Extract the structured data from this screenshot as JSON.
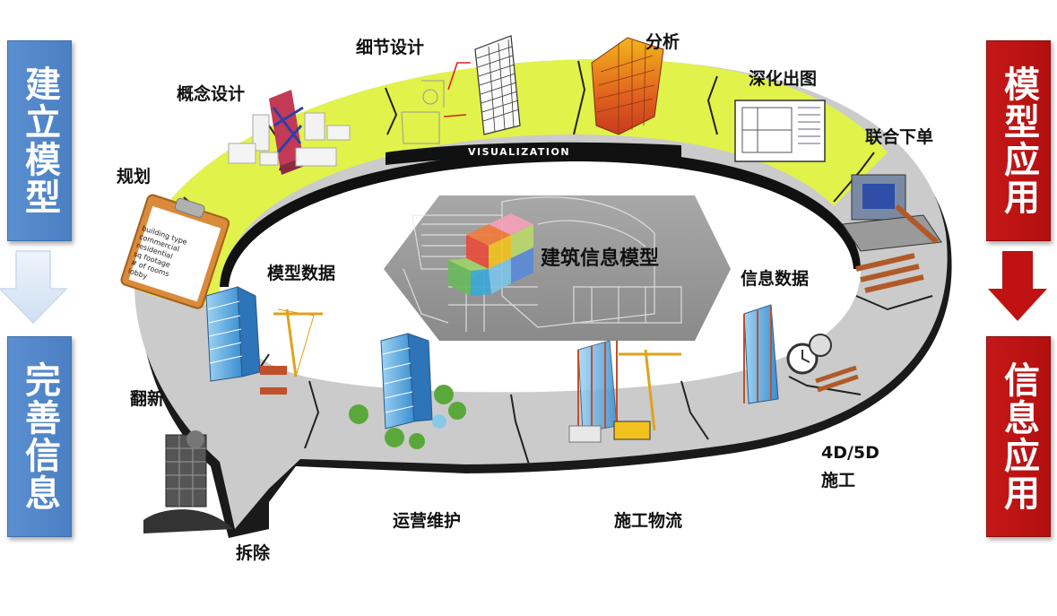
{
  "left_bars": {
    "top": "建立模型",
    "bottom": "完善信息"
  },
  "right_bars": {
    "top": "模型应用",
    "bottom": "信息应用"
  },
  "ring_banner": "VISUALIZATION",
  "center_title": "建筑信息模型",
  "stages": {
    "plan": "规划",
    "concept": "概念设计",
    "detail": "细节设计",
    "analysis": "分析",
    "deepen": "深化出图",
    "joint_order": "联合下单",
    "model_data": "模型数据",
    "info_data": "信息数据",
    "renovate": "翻新",
    "construction_4d5d": "4D/5D",
    "construction": "施工",
    "operation": "运营维护",
    "logistics": "施工物流",
    "demolish": "拆除"
  },
  "clipboard_lines": [
    "building type",
    "commercial",
    "residential",
    "sq footage",
    "# of rooms",
    "lobby"
  ],
  "colors": {
    "ring_green": "#e1f24a",
    "ring_gray": "#c9c9c9",
    "blue_bar": "#4a7fc3",
    "red_bar": "#b30f0f"
  }
}
